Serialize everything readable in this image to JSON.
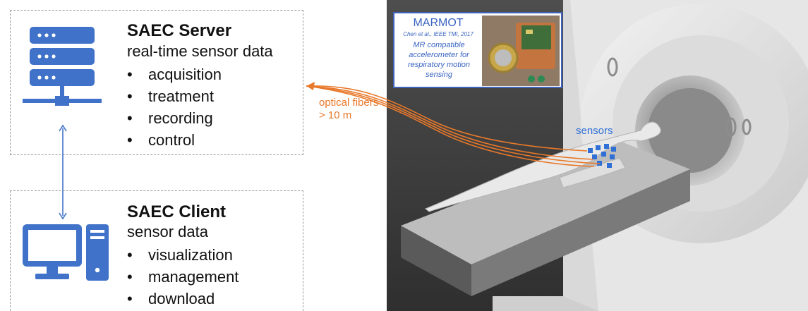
{
  "server": {
    "title": "SAEC Server",
    "subtitle": "real-time sensor data",
    "items": [
      "acquisition",
      "treatment",
      "recording",
      "control"
    ],
    "icon": "server-icon"
  },
  "client": {
    "title": "SAEC Client",
    "subtitle": "sensor data",
    "items": [
      "visualization",
      "management",
      "download"
    ],
    "icon": "desktop-computer-icon"
  },
  "connection": {
    "icon": "bidirectional-arrow-icon"
  },
  "fibers": {
    "label_line1": "optical fibers",
    "label_line2": "> 10 m",
    "color": "#e8792b"
  },
  "marmot": {
    "title": "MARMOT",
    "citation": "Chen et al., IEEE TMI, 2017",
    "description": "MR compatible accelerometer for respiratory motion sensing"
  },
  "sensors": {
    "label": "sensors",
    "color": "#2f6fd6"
  },
  "colors": {
    "icon_blue": "#3f72c8",
    "box_border": "#9a9a9a",
    "accent_orange": "#e8792b",
    "marmot_blue": "#3a64c2"
  }
}
